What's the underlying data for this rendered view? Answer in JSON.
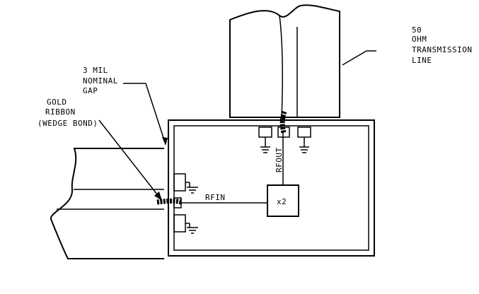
{
  "labels": {
    "transmission_line": [
      "50",
      "OHM",
      "TRANSMISSION",
      "LINE"
    ],
    "gap": [
      "3 MIL",
      "NOMINAL",
      "GAP"
    ],
    "ribbon": [
      "GOLD",
      "RIBBON",
      "(WEDGE BOND)"
    ],
    "rfin": "RFIN",
    "rfout": "RFOUT",
    "multiplier": "x2"
  }
}
